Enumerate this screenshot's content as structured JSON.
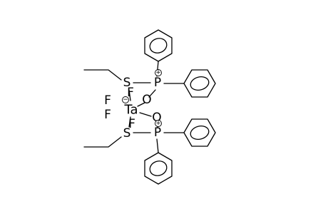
{
  "atoms": {
    "ta": "Ta",
    "f_top": "F",
    "f_left_upper": "F",
    "f_left_lower": "F",
    "f_bottom": "F",
    "o_upper": "O",
    "o_lower": "O",
    "p_upper": "P",
    "p_lower": "P",
    "s_upper": "S",
    "s_lower": "S"
  },
  "charges": {
    "ta": "−",
    "p_upper": "+",
    "p_lower": "+"
  },
  "colors": {
    "bond": "#000000",
    "text": "#000000",
    "background": "#ffffff"
  }
}
